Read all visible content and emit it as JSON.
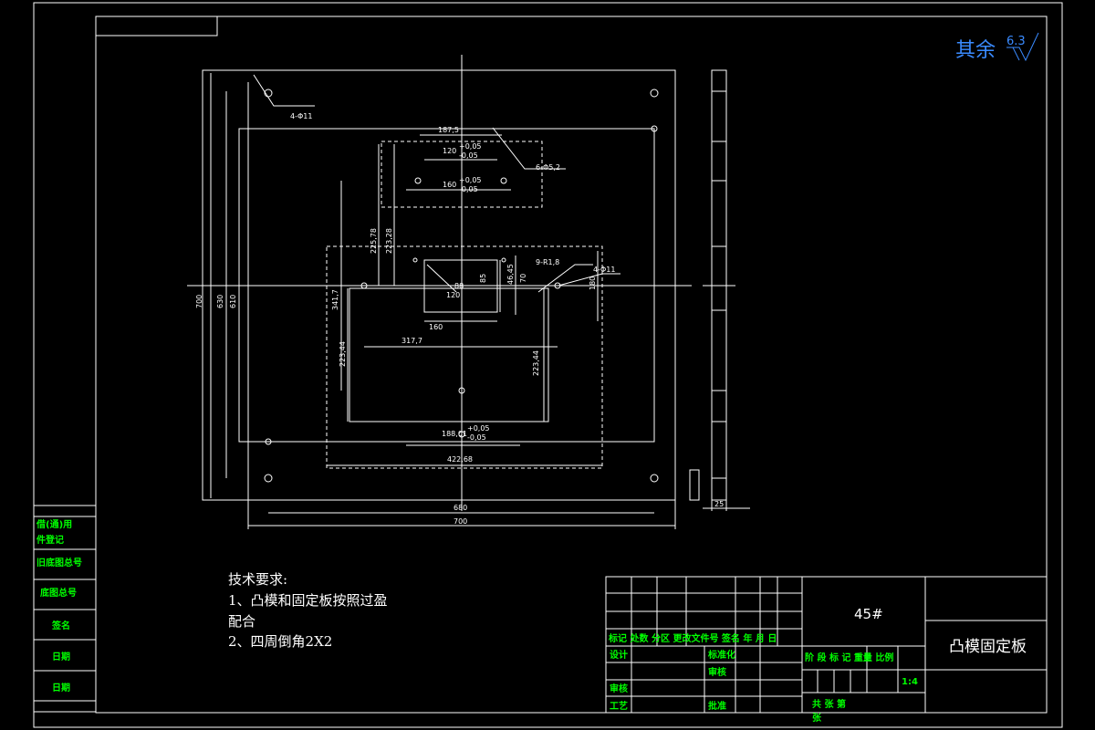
{
  "surface_roughness": {
    "label": "其余",
    "value": "6.3"
  },
  "dimensions": {
    "hole_callout_1": "4-Φ11",
    "width_187": "187,5",
    "tol_120": "120",
    "tol_120_upper": "+0,05",
    "tol_120_lower": "-0,05",
    "hole_callout_2": "6-Φ5,2",
    "tol_160": "160",
    "tol_160_upper": "+0,05",
    "tol_160_lower": "-0,05",
    "height_225": "225,78",
    "height_223_28": "223,28",
    "hole_callout_3": "9-R1,8",
    "hole_callout_4": "4-Φ11",
    "height_341": "341,7",
    "small_88": "88",
    "small_85": "85",
    "small_46": "46,45",
    "small_70": "70",
    "small_180": "180",
    "inner_120": "120",
    "inner_160": "160",
    "width_317": "317,7",
    "height_223_44_left": "223,44",
    "height_223_44_right": "223,44",
    "tol_188": "188,01",
    "tol_188_upper": "+0,05",
    "tol_188_lower": "-0,05",
    "width_422": "422,68",
    "overall_700_v": "700",
    "height_630": "630",
    "height_610": "610",
    "width_680": "680",
    "overall_700_h": "700",
    "thickness": "25"
  },
  "tech_requirements": {
    "title": "技术要求:",
    "line1": "1、凸模和固定板按照过盈",
    "line2": "配合",
    "line3": "2、四周倒角2X2"
  },
  "side_labels": {
    "borrow": "借(通)用",
    "register": "件登记",
    "old_drawing": "旧底图总号",
    "base_drawing": "底图总号",
    "signature": "签名",
    "date1": "日期",
    "date2": "日期"
  },
  "title_block": {
    "material": "45#",
    "part_name": "凸模固定板",
    "revision_headers": "标记 处数 分区 更改文件号 签名 年 月 日",
    "design": "设计",
    "standardize": "标准化",
    "review": "审核",
    "process": "工艺",
    "check": "审核",
    "approve": "批准",
    "stage_headers": "阶 段 标 记  重量 比例",
    "scale": "1:4",
    "sheets": "共    张    第",
    "sheet_suffix": "张"
  }
}
